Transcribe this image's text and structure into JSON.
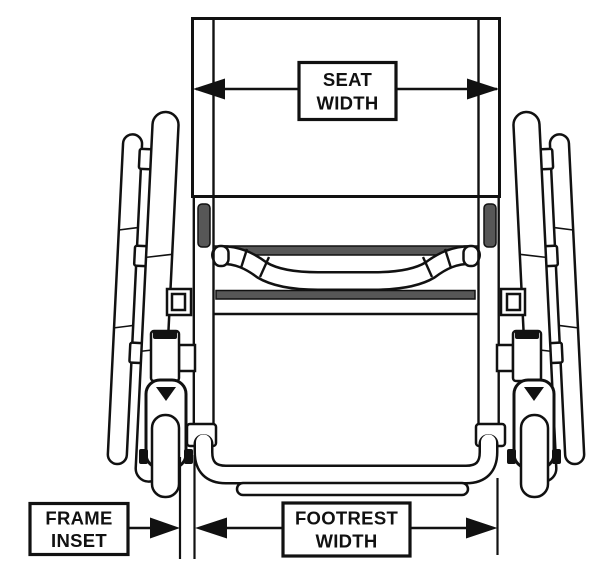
{
  "diagram": {
    "type": "technical-line-drawing",
    "subject": "wheelchair front view with dimension annotations",
    "background": "#ffffff",
    "line_color": "#111111",
    "shade_color": "#575757",
    "labels": {
      "seat_width": {
        "line1": "SEAT",
        "line2": "WIDTH"
      },
      "frame_inset": {
        "line1": "FRAME",
        "line2": "INSET"
      },
      "footrest_width": {
        "line1": "FOOTREST",
        "line2": "WIDTH"
      }
    }
  }
}
